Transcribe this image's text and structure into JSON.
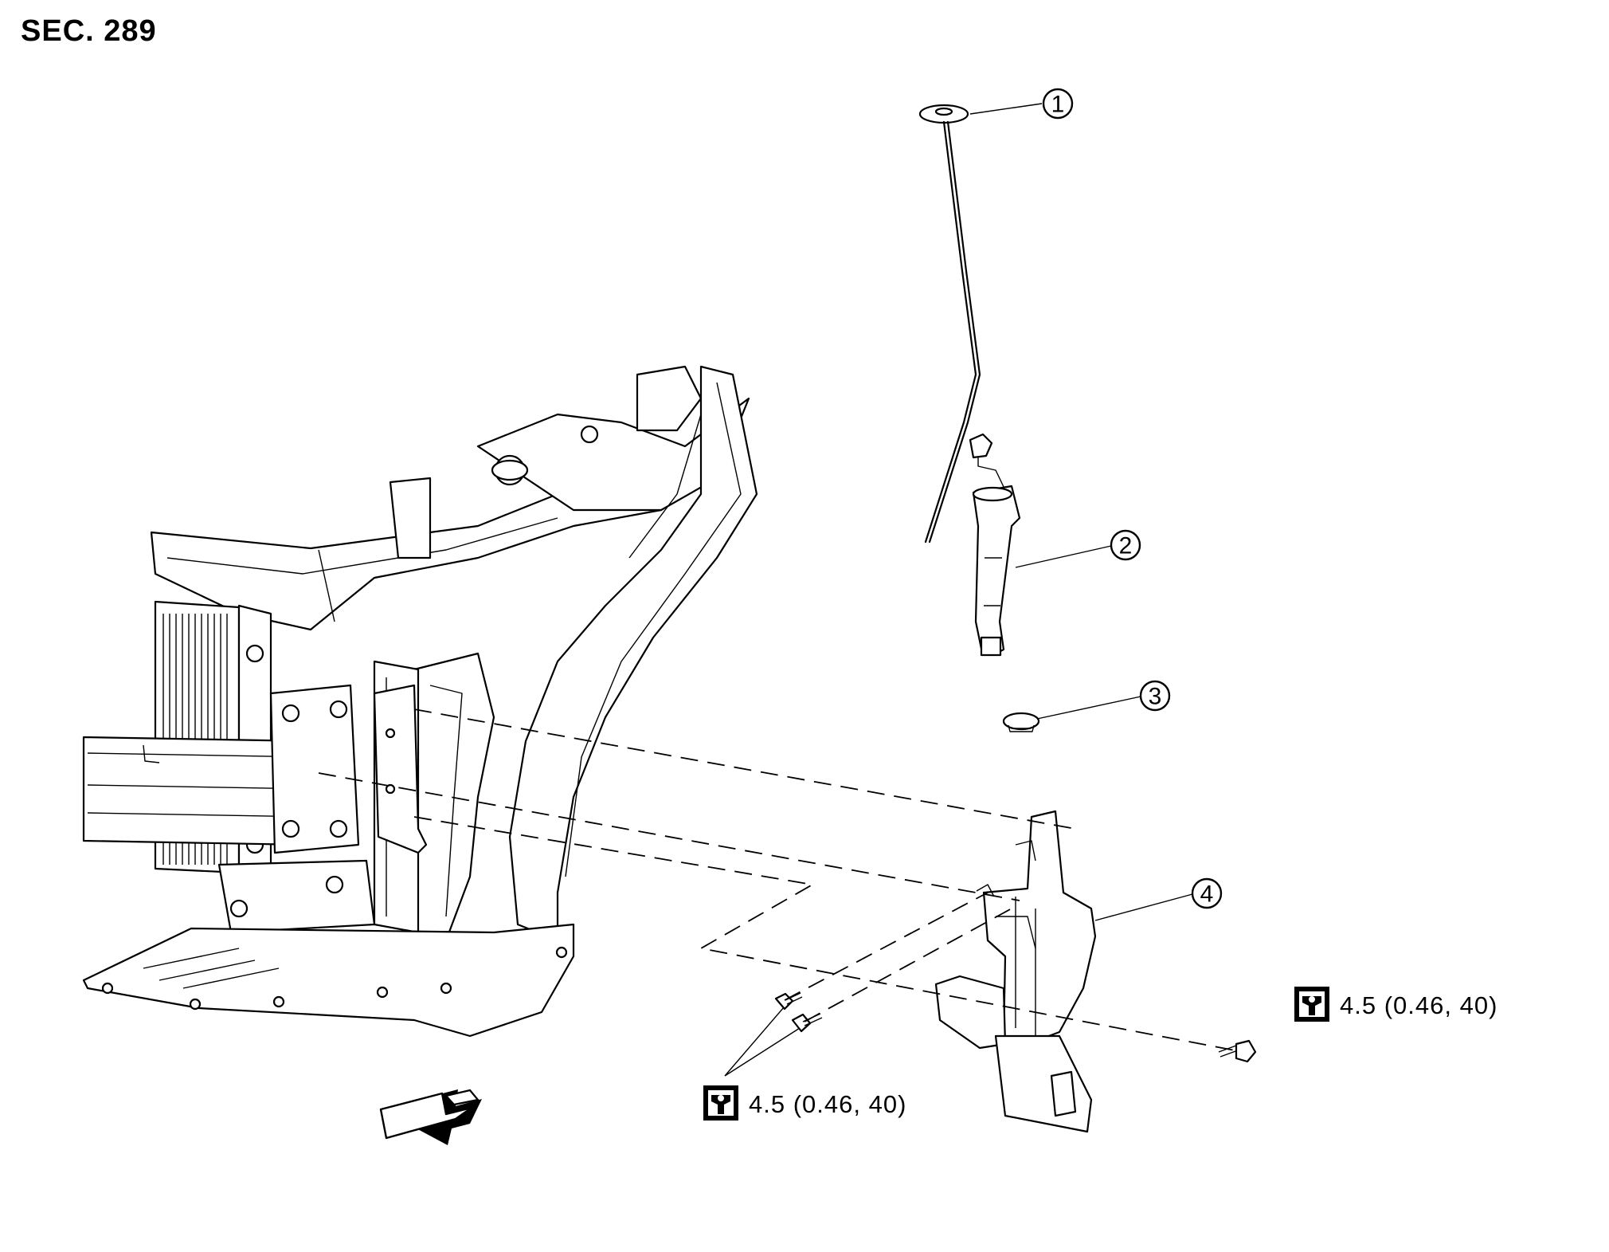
{
  "section_title": "SEC. 289",
  "callouts": [
    {
      "number": "1"
    },
    {
      "number": "2"
    },
    {
      "number": "3"
    },
    {
      "number": "4"
    }
  ],
  "torque_specs": [
    {
      "value": "4.5 (0.46, 40)",
      "icon": "torque-wrench-icon"
    },
    {
      "value": "4.5 (0.46, 40)",
      "icon": "torque-wrench-icon"
    }
  ],
  "front_arrow_icon": "front-direction-arrow-icon"
}
